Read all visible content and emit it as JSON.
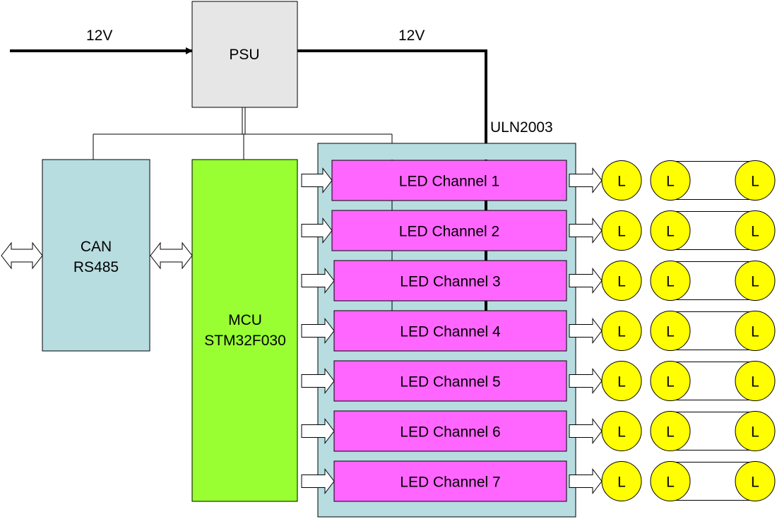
{
  "input_voltage_label": "12V",
  "output_voltage_label": "12V",
  "psu": {
    "label": "PSU"
  },
  "driver": {
    "label": "ULN2003"
  },
  "comm": {
    "line1": "CAN",
    "line2": "RS485"
  },
  "mcu": {
    "line1": "MCU",
    "line2": "STM32F030"
  },
  "channels": [
    "LED Channel 1",
    "LED Channel 2",
    "LED Channel 3",
    "LED Channel 4",
    "LED Channel 5",
    "LED Channel 6",
    "LED Channel 7"
  ],
  "led_label": "L",
  "colors": {
    "psu": "#e6e6e6",
    "comm": "#b7dde0",
    "mcu": "#99ff33",
    "driver": "#b7dde0",
    "channel": "#ff66ff",
    "led": "#ffff00"
  }
}
